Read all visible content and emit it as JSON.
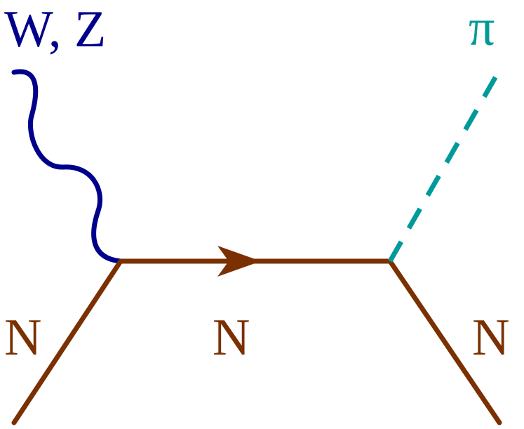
{
  "diagram": {
    "boson_label": "W, Z",
    "pion_label": "π",
    "nucleon_in_label": "N",
    "nucleon_internal_label": "N",
    "nucleon_out_label": "N"
  },
  "colors": {
    "boson": "#00008b",
    "pion": "#009a9a",
    "nucleon": "#7a3000",
    "background": "#ffffff"
  }
}
